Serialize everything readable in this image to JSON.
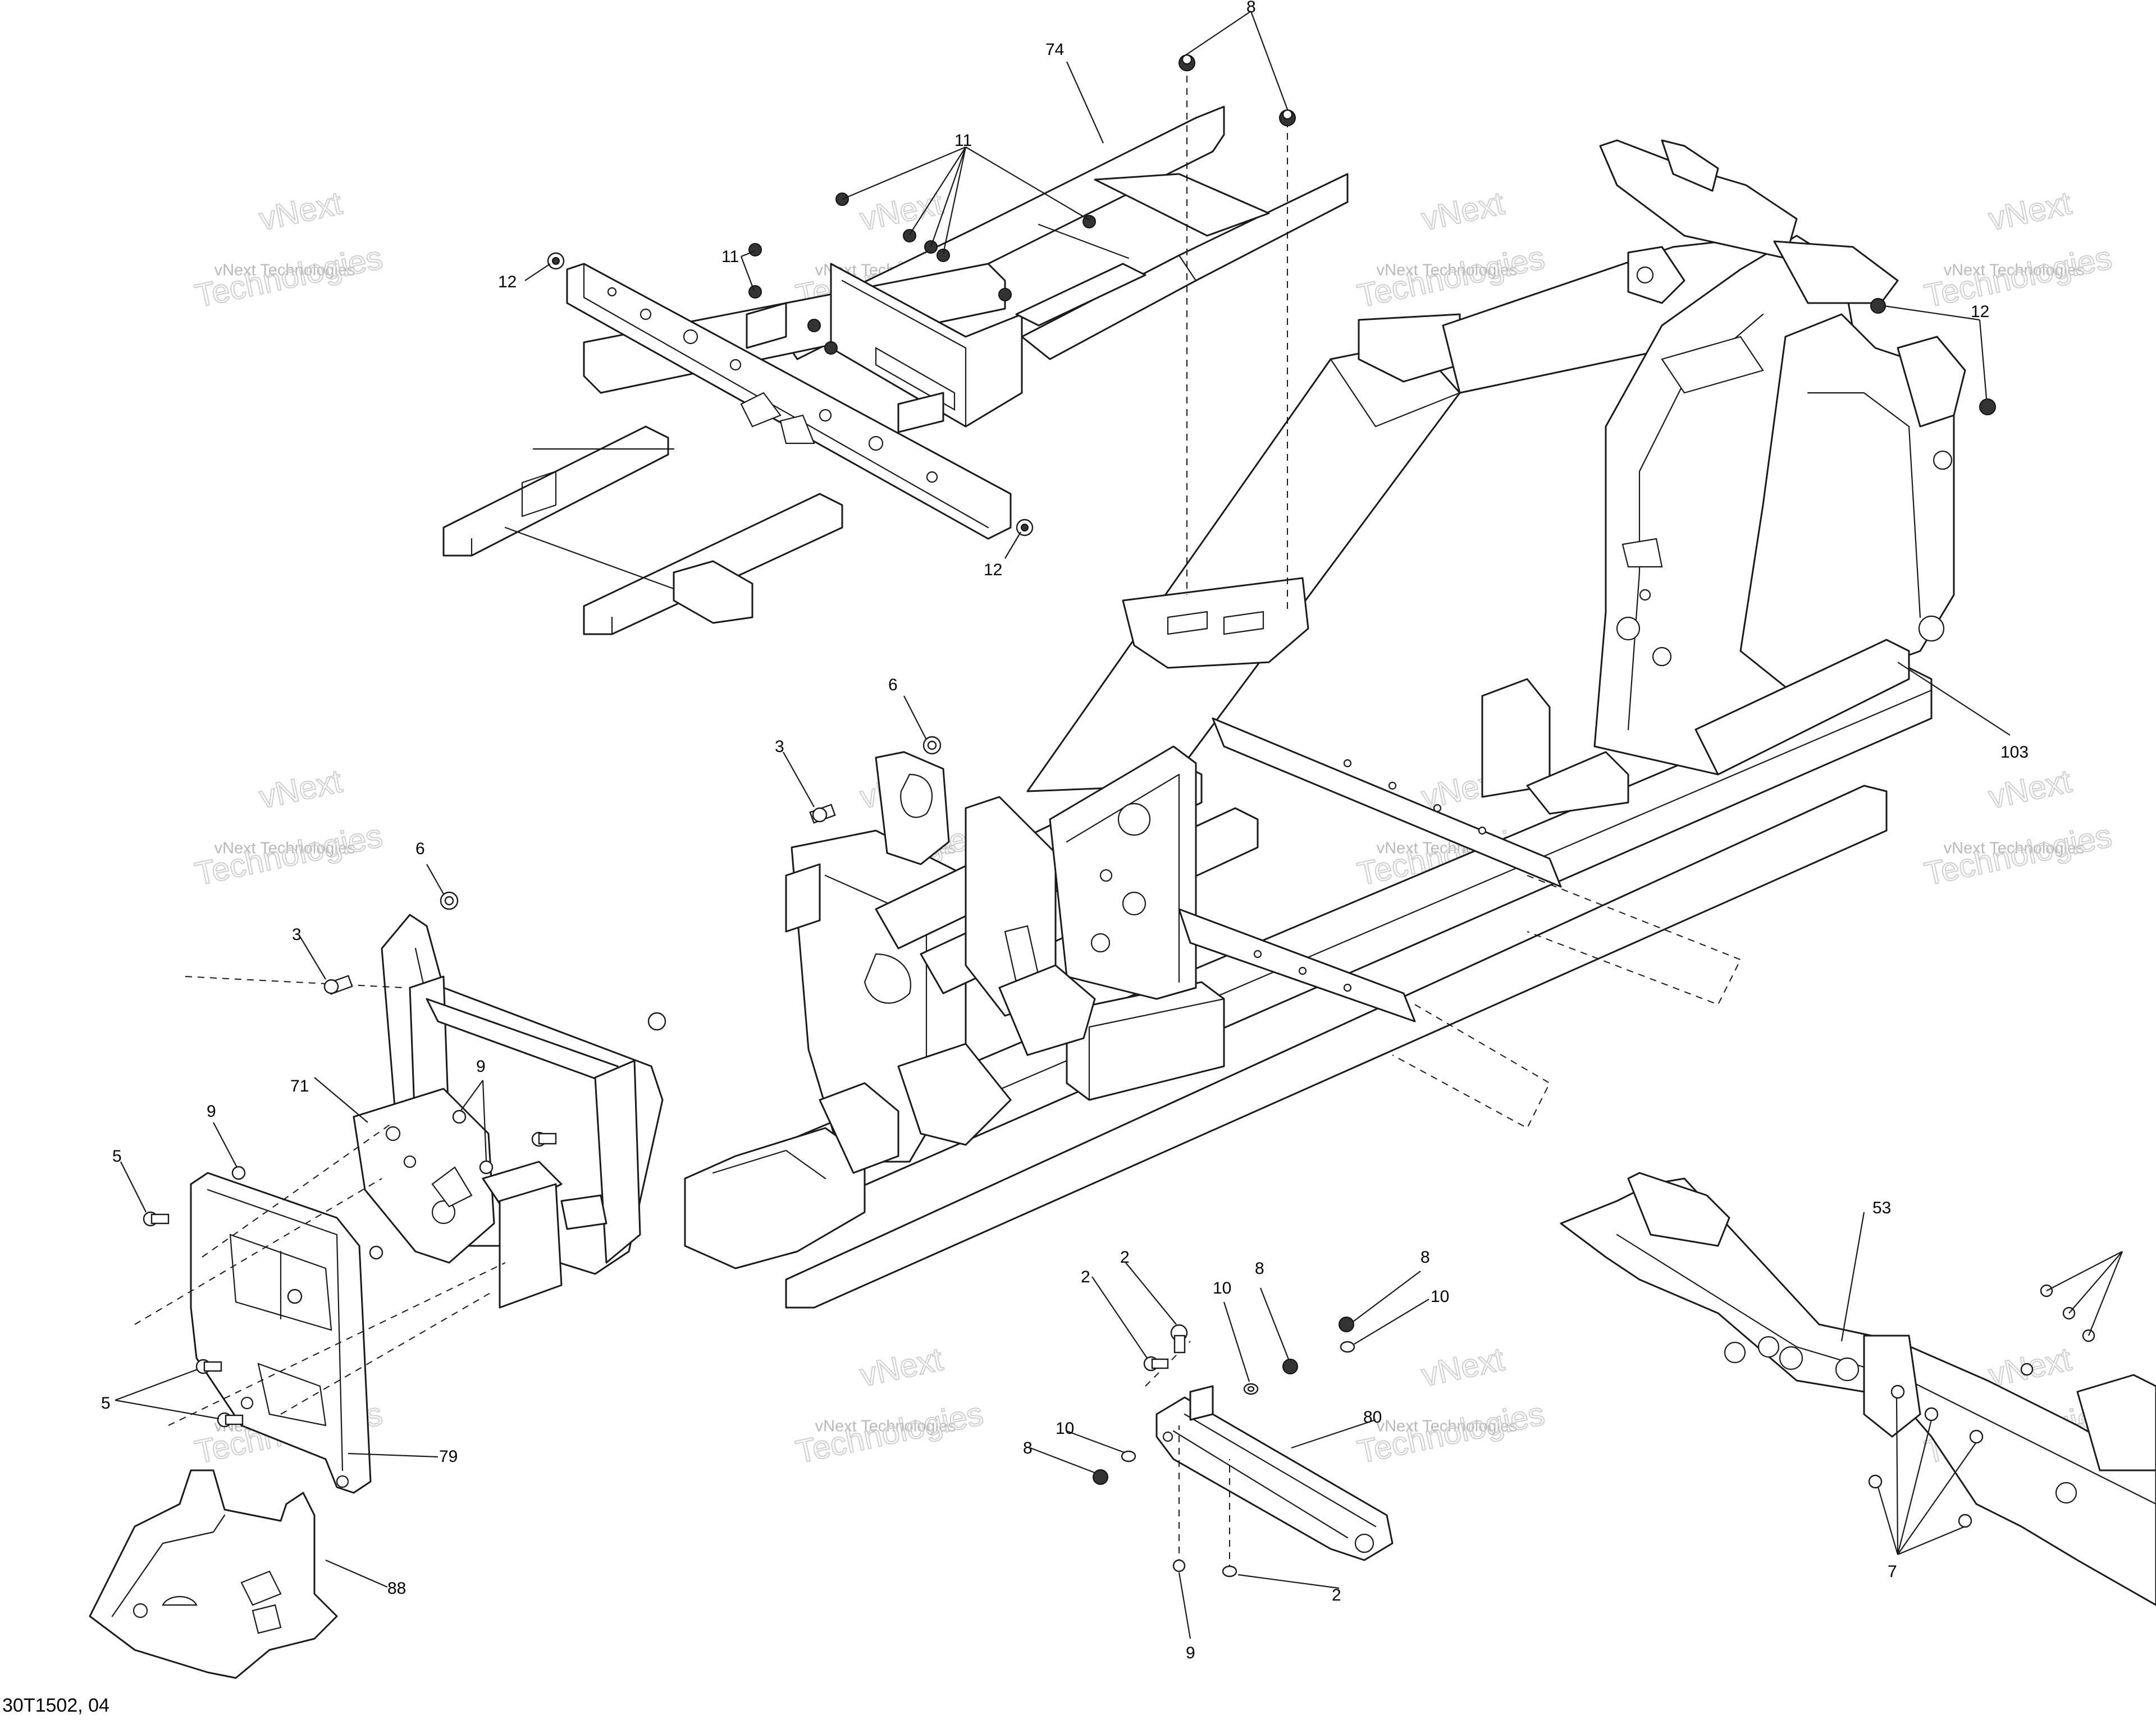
{
  "figure": {
    "reference_code": "30T1502, 04"
  },
  "watermark": {
    "line_top": "vNext",
    "line_middle": "vNext Technologies",
    "line_bottom": "Technologies"
  },
  "callouts": {
    "c74": "74",
    "c8_top": "8",
    "c11_a": "11",
    "c11_b": "11",
    "c12_a": "12",
    "c12_b": "12",
    "c12_c": "12",
    "c6_a": "6",
    "c3_a": "3",
    "c103": "103",
    "c6_b": "6",
    "c3_b": "3",
    "c9_a": "9",
    "c71": "71",
    "c9_b": "9",
    "c5_a": "5",
    "c5_b": "5",
    "c79": "79",
    "c88": "88",
    "c2_a": "2",
    "c2_b": "2",
    "c10_a": "10",
    "c8_b": "8",
    "c8_c": "8",
    "c10_b": "10",
    "c10_c": "10",
    "c8_d": "8",
    "c80": "80",
    "c9_c": "9",
    "c2_c": "2",
    "c53": "53",
    "c7": "7"
  }
}
